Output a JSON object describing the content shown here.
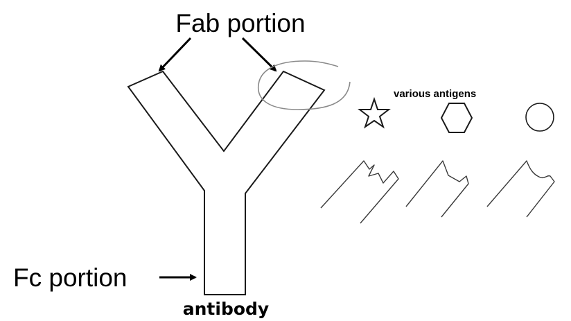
{
  "labels": {
    "fab": "Fab portion",
    "fc": "Fc portion",
    "antibody": "antibody",
    "antigens": "various antigens"
  },
  "antigens": [
    {
      "shape": "star"
    },
    {
      "shape": "hexagon"
    },
    {
      "shape": "circle"
    }
  ],
  "receptors": [
    {
      "notch": "star"
    },
    {
      "notch": "hexagon"
    },
    {
      "notch": "circle"
    }
  ],
  "colors": {
    "stroke": "#1a1a1a",
    "highlight": "#8a8a8a",
    "background": "#ffffff"
  }
}
